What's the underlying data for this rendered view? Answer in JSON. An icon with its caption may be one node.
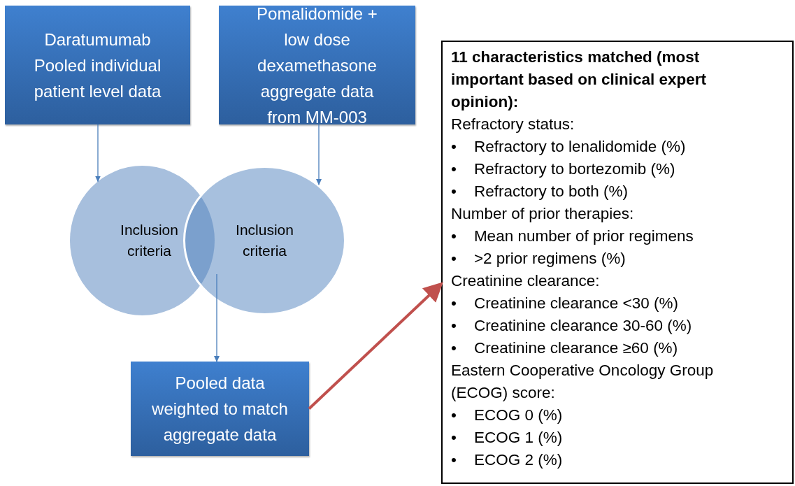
{
  "diagram": {
    "nodes": [
      {
        "text": [
          "Daratumumab Pooled individual patient level data"
        ]
      },
      {
        "text": [
          "Pomalidomide + low dose dexamethasone aggregate data from MM-003"
        ]
      },
      {
        "text": [
          "Inclusion criteria"
        ]
      },
      {
        "text": [
          "Inclusion criteria"
        ]
      },
      {
        "text": [
          "Pooled data weighted to match aggregate data"
        ]
      },
      {
        "text": [
          "11 characteristics matched (most important based on clinical expert opinion):",
          "Refractory status:",
          "•    Refractory to lenalidomide (%)",
          "•    Refractory to bortezomib (%)",
          "•    Refractory to both (%)",
          "Number of prior therapies:",
          "•    Mean number of prior regimens",
          "•    >2 prior regimens (%)",
          "Creatinine clearance:",
          "•    Creatinine clearance <30 (%)",
          "•    Creatinine clearance 30-60 (%)",
          "•    Creatinine clearance ≥60 (%)",
          "Eastern Cooperative Oncology Group (ECOG) score:",
          "•    ECOG 0 (%)",
          "•    ECOG 1 (%)",
          "•    ECOG 2 (%)"
        ]
      }
    ],
    "edges": [
      {
        "from": 0,
        "to": 2,
        "arrow": "to"
      },
      {
        "from": 1,
        "to": 3,
        "arrow": "to"
      },
      {
        "from": 3,
        "to": 4,
        "arrow": "to"
      },
      {
        "from": 4,
        "to": 5,
        "arrow": "to",
        "style": "thick",
        "color": "#c0504d"
      }
    ]
  }
}
